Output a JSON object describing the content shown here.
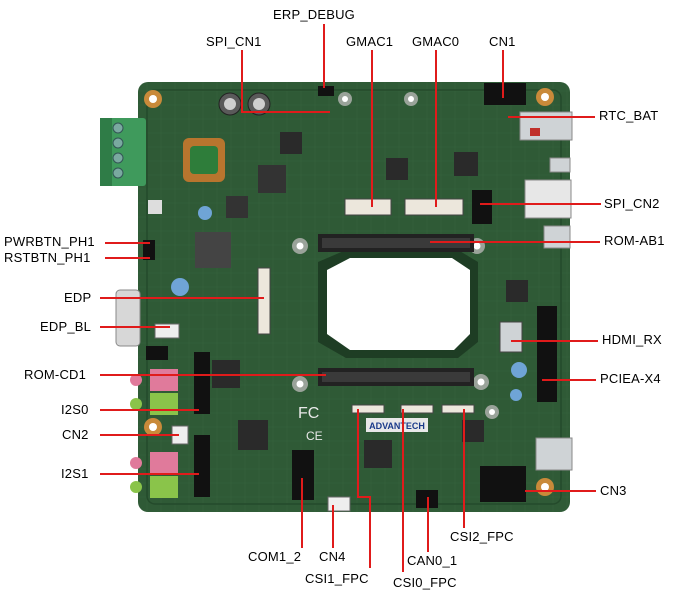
{
  "labels": {
    "erp_debug": "ERP_DEBUG",
    "spi_cn1": "SPI_CN1",
    "gmac1": "GMAC1",
    "gmac0": "GMAC0",
    "cn1": "CN1",
    "rtc_bat": "RTC_BAT",
    "spi_cn2": "SPI_CN2",
    "rom_ab1": "ROM-AB1",
    "pwrbtn_ph1": "PWRBTN_PH1",
    "rstbtn_ph1": "RSTBTN_PH1",
    "edp": "EDP",
    "edp_bl": "EDP_BL",
    "hdmi_rx": "HDMI_RX",
    "rom_cd1": "ROM-CD1",
    "pciea_x4": "PCIEA-X4",
    "i2s0": "I2S0",
    "cn2": "CN2",
    "i2s1": "I2S1",
    "cn3": "CN3",
    "csi2_fpc": "CSI2_FPC",
    "com1_2": "COM1_2",
    "cn4": "CN4",
    "can0_1": "CAN0_1",
    "csi1_fpc": "CSI1_FPC",
    "csi0_fpc": "CSI0_FPC"
  },
  "board": {
    "brand": "ADVANTECH"
  },
  "colors": {
    "pcb": "#2f5a36",
    "pcb_dark": "#1e3d24",
    "leader": "#e01b1b",
    "soc_window": "#ffffff",
    "terminal": "#3f9a5c"
  }
}
